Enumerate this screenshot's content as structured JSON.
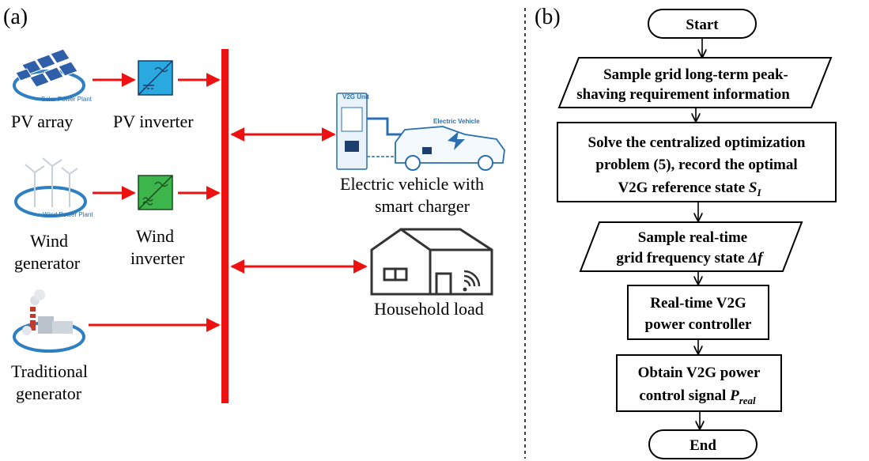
{
  "panel_a": {
    "label": "(a)",
    "sources": [
      {
        "name": "PV array",
        "icon": "solar-panel-icon",
        "caption": "Solar Power Plant"
      },
      {
        "name_line1": "Wind",
        "name_line2": "generator",
        "icon": "wind-turbine-icon",
        "caption": "Wind Power Plant"
      },
      {
        "name_line1": "Traditional",
        "name_line2": "generator",
        "icon": "factory-icon"
      }
    ],
    "converters": [
      {
        "name": "PV inverter",
        "icon": "dc-ac-inverter-icon"
      },
      {
        "name_line1": "Wind",
        "name_line2": "inverter",
        "icon": "ac-dc-ac-inverter-icon"
      }
    ],
    "ev": {
      "line1": "Electric vehicle with",
      "line2": "smart charger",
      "v2g_unit": "V2G Unit",
      "ev_label": "Electric Vehicle",
      "icon": "electric-vehicle-icon"
    },
    "household": {
      "label": "Household load",
      "icon": "house-icon"
    },
    "colors": {
      "bus": "#ee1111",
      "arrow": "#ee1111"
    }
  },
  "panel_b": {
    "label": "(b)",
    "start": "Start",
    "end": "End",
    "step1": {
      "line1": "Sample grid long-term peak-",
      "line2": "shaving requirement information"
    },
    "step2": {
      "line1": "Solve the centralized optimization",
      "line2": "problem (5), record the optimal",
      "line3": "V2G reference state",
      "symbol": "S",
      "sub": "I"
    },
    "step3": {
      "line1": "Sample real-time",
      "line2": "grid frequency state",
      "symbol": "Δf"
    },
    "step4": {
      "line1": "Real-time V2G",
      "line2": "power controller"
    },
    "step5": {
      "line1": "Obtain V2G power",
      "line2": "control signal",
      "symbol": "P",
      "sub": "real"
    }
  }
}
